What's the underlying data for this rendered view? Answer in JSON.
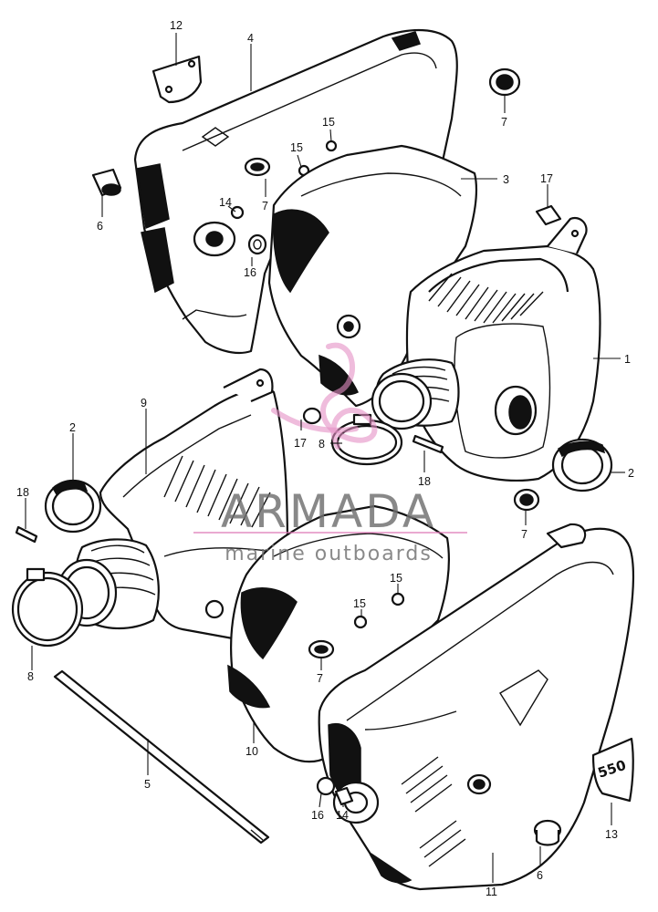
{
  "callouts": [
    "12",
    "4",
    "7",
    "15",
    "15",
    "3",
    "17",
    "6",
    "14",
    "7",
    "16",
    "1",
    "9",
    "2",
    "17",
    "8",
    "18",
    "2",
    "18",
    "7",
    "15",
    "15",
    "8",
    "7",
    "10",
    "5",
    "16",
    "14",
    "13",
    "6",
    "11"
  ],
  "watermark": {
    "brand": "ARMADA",
    "tagline": "marine outboards",
    "accent_color": "#e58fc4"
  },
  "badge_text": "550"
}
